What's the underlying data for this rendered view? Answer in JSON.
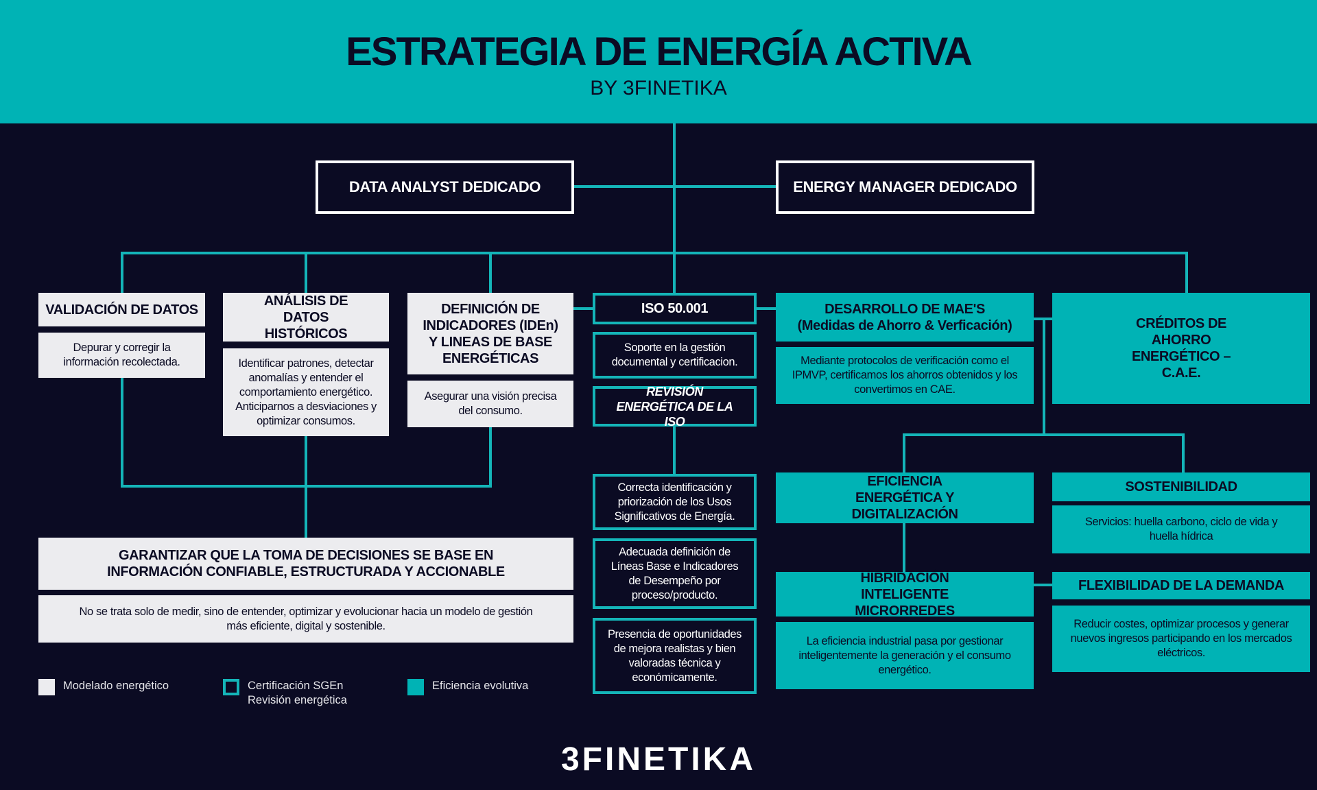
{
  "header": {
    "title": "ESTRATEGIA DE ENERGÍA ACTIVA",
    "subtitle": "BY 3FINETIKA"
  },
  "roles": {
    "data_analyst": "DATA ANALYST DEDICADO",
    "energy_manager": "ENERGY MANAGER DEDICADO"
  },
  "col1": {
    "title": "VALIDACIÓN DE DATOS",
    "desc": "Depurar y corregir la información recolectada."
  },
  "col2": {
    "title": "ANÁLISIS DE DATOS HISTÓRICOS",
    "desc": "Identificar patrones, detectar anomalías y entender el comportamiento energético. Anticiparnos a desviaciones y optimizar consumos."
  },
  "col3": {
    "title": "DEFINICIÓN DE INDICADORES (IDEn) Y LINEAS DE BASE ENERGÉTICAS",
    "desc": "Asegurar una visión precisa del consumo."
  },
  "col4": {
    "title": "ISO 50.001",
    "desc": "Soporte en la gestión documental y certificacion.",
    "review": "REVISIÓN ENERGÉTICA DE LA ISO",
    "items": [
      "Correcta identificación y priorización de los Usos Significativos de Energía.",
      "Adecuada definición de Líneas Base e Indicadores de Desempeño por proceso/producto.",
      "Presencia de oportunidades de mejora realistas y bien valoradas técnica y económicamente."
    ]
  },
  "col5": {
    "title": "DESARROLLO DE MAE'S",
    "subtitle": "(Medidas de Ahorro & Verficación)",
    "desc": "Mediante protocolos de verificación como el IPMVP, certificamos los ahorros obtenidos y los convertimos en CAE.",
    "eff_title": "EFICIENCIA ENERGÉTICA Y DIGITALIZACIÓN",
    "hyb_title": "HIBRIDACIÓN INTELIGENTE MICRORREDES",
    "hyb_desc": "La eficiencia industrial pasa por gestionar inteligentemente la generación y el consumo energético."
  },
  "col6": {
    "title": "CRÉDITOS DE AHORRO ENERGÉTICO – C.A.E.",
    "sos_title": "SOSTENIBILIDAD",
    "sos_desc": "Servicios: huella carbono, ciclo de vida y huella hídrica",
    "flex_title": "FLEXIBILIDAD DE LA DEMANDA",
    "flex_desc": "Reducir costes, optimizar procesos y generar nuevos ingresos participando en los mercados eléctricos."
  },
  "goal": {
    "title": "GARANTIZAR QUE LA TOMA DE DECISIONES SE BASE EN INFORMACIÓN CONFIABLE, ESTRUCTURADA Y ACCIONABLE",
    "desc": "No se trata solo de medir, sino de entender, optimizar y evolucionar hacia un modelo de gestión más eficiente, digital y sostenible."
  },
  "legend": [
    {
      "label": "Modelado energético"
    },
    {
      "label": "Certificación SGEn Revisión energética"
    },
    {
      "label": "Eficiencia evolutiva"
    }
  ],
  "logo": "3FINETIKA",
  "colors": {
    "teal": "#00b3b5",
    "navy": "#0b0b23",
    "light": "#ececef"
  }
}
